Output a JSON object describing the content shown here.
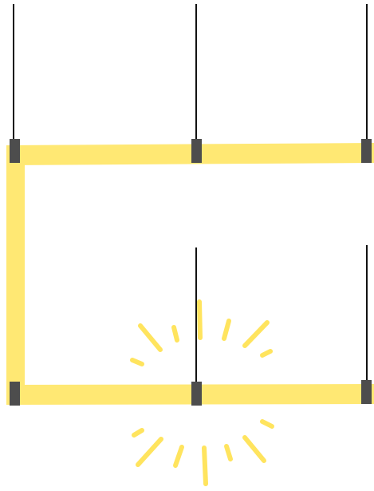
{
  "colors": {
    "background": "#ffffff",
    "light_strip": "#ffe873",
    "cable": "#111111",
    "clamp": "#4d4d4d",
    "glow_rays": "#ffe45e"
  },
  "icons": {
    "upper_strip": "light-strip",
    "lower_strip": "light-strip",
    "left_connector": "vertical-light-strip",
    "suspension_cable": "suspension-cable",
    "clamp": "cable-clamp",
    "glow": "light-glow-rays"
  }
}
